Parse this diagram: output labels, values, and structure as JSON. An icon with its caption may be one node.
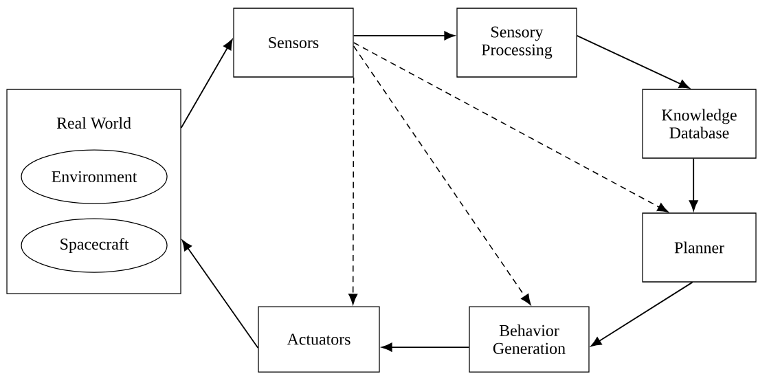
{
  "diagram": {
    "nodes": [
      {
        "text": [
          "Real World"
        ]
      },
      {
        "text": [
          "Environment"
        ],
        "in": 0
      },
      {
        "text": [
          "Spacecraft"
        ],
        "in": 0
      },
      {
        "text": [
          "Sensors"
        ]
      },
      {
        "text": [
          "Sensory Processing"
        ]
      },
      {
        "text": [
          "Knowledge Database"
        ]
      },
      {
        "text": [
          "Planner"
        ]
      },
      {
        "text": [
          "Actuators"
        ]
      },
      {
        "text": [
          "Behavior Generation"
        ]
      }
    ],
    "edges": [
      {
        "from": 0,
        "to": 3,
        "arrow": "to"
      },
      {
        "from": 3,
        "to": 4,
        "arrow": "to"
      },
      {
        "from": 4,
        "to": 5,
        "arrow": "to"
      },
      {
        "from": 5,
        "to": 6,
        "arrow": "to"
      },
      {
        "from": 6,
        "to": 8,
        "arrow": "to"
      },
      {
        "from": 8,
        "to": 7,
        "arrow": "to"
      },
      {
        "from": 7,
        "to": 0,
        "arrow": "to"
      },
      {
        "from": 3,
        "to": 7,
        "arrow": "to",
        "style": "dashed"
      },
      {
        "from": 3,
        "to": 8,
        "arrow": "to",
        "style": "dashed"
      },
      {
        "from": 3,
        "to": 6,
        "arrow": "to",
        "style": "dashed"
      }
    ]
  }
}
